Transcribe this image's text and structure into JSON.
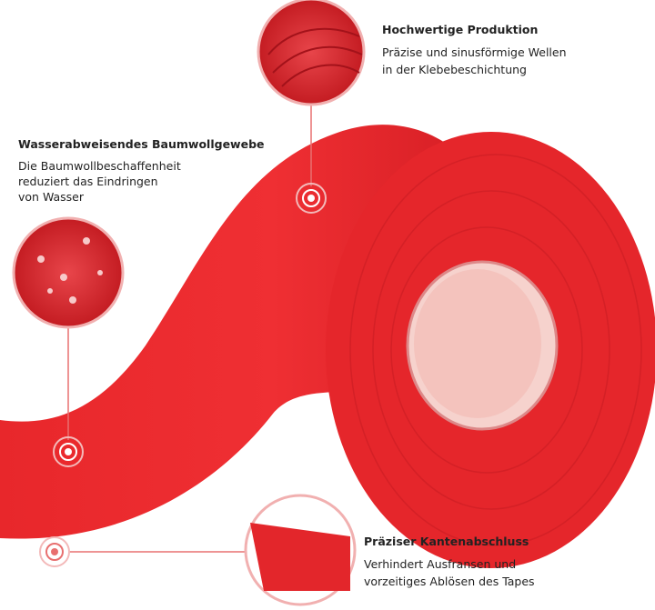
{
  "colors": {
    "tape": "#e8272b",
    "tape_dark": "#b3151a",
    "core": "#f4c5c0",
    "accent": "#e05a5a"
  },
  "callouts": [
    {
      "title": "Hochwertige Produktion",
      "text": [
        "Präzise und sinusförmige Wellen",
        "in der Klebebeschichtung"
      ]
    },
    {
      "title": "Wasserabweisendes Baumwollgewebe",
      "text": [
        "Die Baumwollbeschaffenheit",
        "reduziert das Eindringen",
        "von Wasser"
      ]
    },
    {
      "title": "Präziser Kantenabschluss",
      "text": [
        "Verhindert Ausfransen und",
        "vorzeitiges Ablösen des Tapes"
      ]
    }
  ]
}
